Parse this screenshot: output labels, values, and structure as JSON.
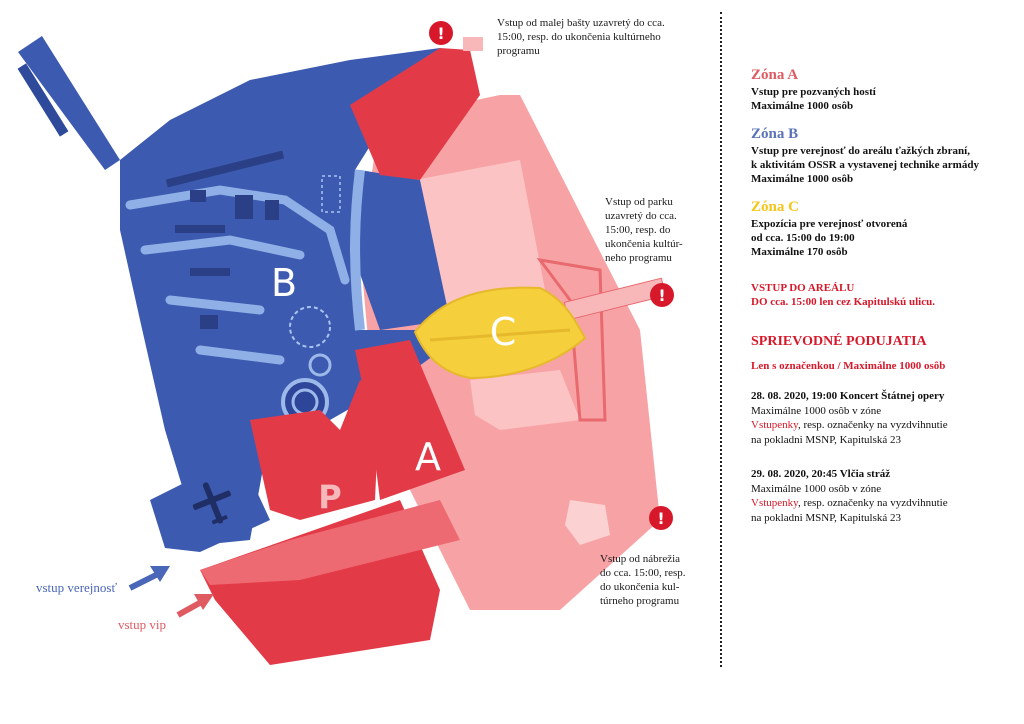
{
  "colors": {
    "zone_a": "#e23b47",
    "zone_a_light": "#f59a9c",
    "zone_b": "#3d5ab1",
    "zone_c": "#f5cf3c",
    "zone_c_title": "#f5c518",
    "zone_a_title": "#e05a62",
    "zone_b_title": "#5a73b8",
    "alert": "#d7182a"
  },
  "map": {
    "zone_b_label": "B",
    "zone_c_label": "C",
    "zone_a_label": "A",
    "parking_label": "P",
    "notes": {
      "top": [
        "Vstup od malej bašty uzavretý do cca.",
        "15:00, resp. do ukončenia kultúrneho",
        "programu"
      ],
      "right": [
        "Vstup od parku",
        "uzavretý do cca.",
        "15:00, resp. do",
        "ukončenia kultúr-",
        "neho programu"
      ],
      "bottom": [
        "Vstup od nábrežia",
        "do cca. 15:00, resp.",
        "do ukončenia kul-",
        "túrneho programu"
      ]
    },
    "entries": {
      "public": "vstup verejnosť",
      "vip": "vstup vip"
    },
    "icons": [
      "alert-icon",
      "plane-icon",
      "target-icon"
    ]
  },
  "legend": {
    "zone_a": {
      "title": "Zóna A",
      "lines": [
        "Vstup pre pozvaných hostí",
        "Maximálne 1000 osôb"
      ]
    },
    "zone_b": {
      "title": "Zóna B",
      "lines": [
        "Vstup pre verejnosť do areálu ťažkých zbraní,",
        "k aktivitám OSSR a vystavenej technike armády",
        "Maximálne 1000 osôb"
      ]
    },
    "zone_c": {
      "title": "Zóna C",
      "lines": [
        "Expozícia pre verejnosť otvorená",
        "od cca. 15:00 do 19:00",
        "Maximálne 170 osôb"
      ]
    },
    "entry_warning": {
      "line1": "VSTUP DO AREÁLU",
      "line2": "DO cca. 15:00 len cez Kapitulskú ulicu."
    },
    "events_title": "SPRIEVODNÉ PODUJATIA",
    "events_sub": "Len s označenkou / Maximálne 1000 osôb",
    "events": [
      {
        "title": "28. 08. 2020, 19:00 Koncert Štátnej opery",
        "line1": "Maximálne 1000 osôb v zóne",
        "link": "Vstupenky",
        "line2_rest": ", resp. označenky na vyzdvihnutie",
        "line3": "na pokladni MSNP, Kapitulská 23"
      },
      {
        "title": "29. 08. 2020, 20:45 Vlčia stráž",
        "line1": "Maximálne 1000 osôb v zóne",
        "link": "Vstupenky",
        "line2_rest": ", resp. označenky na vyzdvihnutie",
        "line3": "na pokladni MSNP, Kapitulská 23"
      }
    ]
  }
}
